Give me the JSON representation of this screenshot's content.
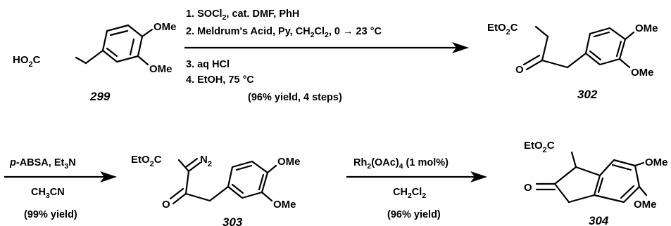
{
  "compounds": {
    "c299": {
      "label": "299",
      "groups": {
        "acid": "HO",
        "acid_sub": "2",
        "acid_c": "C",
        "ome1": "OMe",
        "ome2": "OMe"
      }
    },
    "c302": {
      "label": "302",
      "groups": {
        "ester": "EtO",
        "ester_sub": "2",
        "ester_c": "C",
        "oxo": "O",
        "ome1": "OMe",
        "ome2": "OMe"
      }
    },
    "c303": {
      "label": "303",
      "groups": {
        "ester": "EtO",
        "ester_sub": "2",
        "ester_c": "C",
        "diazo": "N",
        "diazo_sub": "2",
        "oxo": "O",
        "ome1": "OMe",
        "ome2": "OMe"
      }
    },
    "c304": {
      "label": "304",
      "groups": {
        "ester": "EtO",
        "ester_sub": "2",
        "ester_c": "C",
        "oxo": "O",
        "ome1": "OMe",
        "ome2": "OMe"
      }
    }
  },
  "steps": {
    "step1": {
      "line1": {
        "a": "1. SOCl",
        "a_sub": "2",
        "b": ", cat. DMF, PhH"
      },
      "line2": {
        "a": "2. Meldrum's Acid, Py, CH",
        "a_sub": "2",
        "b": "Cl",
        "b_sub": "2",
        "c": ", 0 → 23 °C"
      },
      "line3": "3. aq HCl",
      "line4": "4. EtOH, 75 °C",
      "yield": "(96% yield, 4 steps)"
    },
    "step2": {
      "reagent": {
        "a": "p",
        "b": "-ABSA, Et",
        "b_sub": "3",
        "c": "N"
      },
      "solvent": {
        "a": "CH",
        "a_sub": "3",
        "b": "CN"
      },
      "yield": "(99% yield)"
    },
    "step3": {
      "reagent": {
        "a": "Rh",
        "a_sub": "2",
        "b": "(OAc)",
        "b_sub": "4",
        "c": " (1 mol%)"
      },
      "solvent": {
        "a": "CH",
        "a_sub": "2",
        "b": "Cl",
        "b_sub": "2"
      },
      "yield": "(96% yield)"
    }
  }
}
